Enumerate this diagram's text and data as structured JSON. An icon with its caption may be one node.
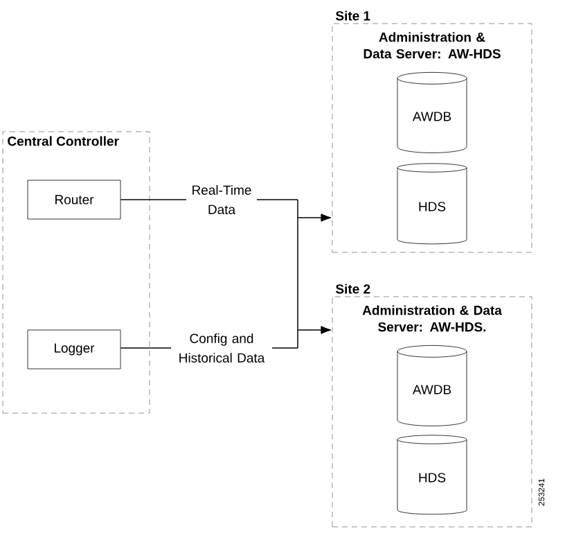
{
  "diagram": {
    "nodes": [
      {
        "text": [
          "Central Controller"
        ]
      },
      {
        "text": [
          "Router"
        ],
        "in": 0
      },
      {
        "text": [
          "Logger"
        ],
        "in": 0
      },
      {
        "text": [
          "Site 1",
          "Administration & Data Server: AW-HDS"
        ]
      },
      {
        "text": [
          "AWDB"
        ],
        "in": 3
      },
      {
        "text": [
          "HDS"
        ],
        "in": 3
      },
      {
        "text": [
          "Site 2",
          "Administration & Data Server: AW-HDS."
        ]
      },
      {
        "text": [
          "AWDB"
        ],
        "in": 6
      },
      {
        "text": [
          "HDS"
        ],
        "in": 6
      }
    ],
    "edges": [
      {
        "from": 1,
        "to": 3,
        "arrow": "to",
        "label": "Real-Time Data"
      },
      {
        "from": 1,
        "to": 6,
        "arrow": "to"
      },
      {
        "from": 2,
        "to": 3,
        "arrow": "to"
      },
      {
        "from": 2,
        "to": 6,
        "arrow": "to",
        "label": "Config and Historical Data"
      }
    ],
    "labels": [
      "253241"
    ]
  }
}
